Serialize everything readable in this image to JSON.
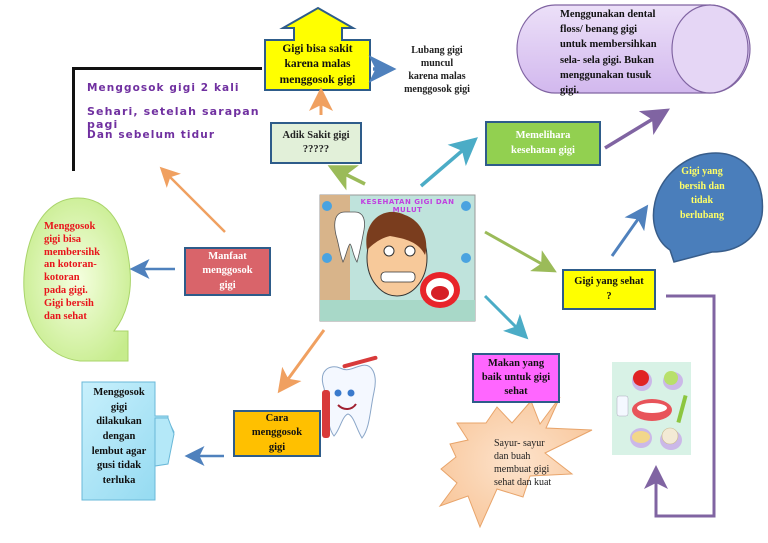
{
  "diagram": {
    "topic": "Kesehatan Gigi dan Mulut",
    "center_image": {
      "title": "KESEHATAN GIGI DAN MULUT",
      "description": "cartoon boy face with braces, tooth and open mouth",
      "icons": [
        "info-icon",
        "close-icon",
        "prev-icon",
        "next-icon"
      ]
    },
    "schedule": {
      "lines": [
        "Menggosok gigi 2 kali",
        "Sehari, setelah sarapan pagi",
        "Dan sebelum tidur"
      ]
    },
    "nodes": {
      "adik_sakit": {
        "lines": [
          "Adik Sakit gigi",
          "?????"
        ]
      },
      "gigi_sakit": {
        "lines": [
          "Gigi bisa sakit",
          "karena malas",
          "menggosok gigi"
        ]
      },
      "lubang": {
        "lines": [
          "Lubang gigi muncul",
          "karena malas",
          "menggosok gigi"
        ]
      },
      "memelihara": {
        "lines": [
          "Memelihara",
          "kesehatan gigi"
        ]
      },
      "floss": {
        "lines": [
          "Menggunakan dental",
          "floss/ benang gigi",
          "untuk membersihkan",
          "sela- sela gigi. Bukan",
          "menggunakan tusuk",
          "gigi."
        ]
      },
      "manfaat": {
        "lines": [
          "Manfaat",
          "menggosok",
          "gigi"
        ]
      },
      "manfaat_detail": {
        "lines": [
          "Menggosok",
          "gigi bisa",
          "membersihk",
          "an kotoran-",
          "kotoran",
          "pada gigi.",
          "Gigi bersih",
          "dan sehat"
        ]
      },
      "gigi_sehat": {
        "lines": [
          "Gigi yang sehat",
          "?"
        ]
      },
      "gigi_bersih": {
        "lines": [
          "Gigi yang",
          "bersih dan",
          "tidak",
          "berlubang"
        ]
      },
      "makan": {
        "lines": [
          "Makan yang",
          "baik untuk gigi",
          "sehat"
        ]
      },
      "sayur": {
        "lines": [
          "Sayur- sayur",
          "dan buah",
          "membuat gigi",
          "sehat dan kuat"
        ]
      },
      "cara": {
        "lines": [
          "Cara",
          "menggosok",
          "gigi"
        ]
      },
      "cara_detail": {
        "lines": [
          "Menggosok",
          "gigi",
          "dilakukan",
          "dengan",
          "lembut agar",
          "gusi tidak",
          "terluka"
        ]
      }
    },
    "colors": {
      "yellow": "#ffff00",
      "light_green": "#e2f0d9",
      "green": "#92d050",
      "red_box": "#d9646a",
      "pink": "#ff66ff",
      "orange_box": "#ffc000",
      "lavender": "#dcc6f0",
      "blue_bubble": "#4a7ebb",
      "purple_text": "#7030a0",
      "red_text": "#e8151b",
      "arrow_orange": "#f0a060",
      "arrow_green": "#9bbb59",
      "arrow_teal": "#4bacc6",
      "arrow_blue": "#4f81bd",
      "arrow_purple": "#8064a2"
    }
  }
}
